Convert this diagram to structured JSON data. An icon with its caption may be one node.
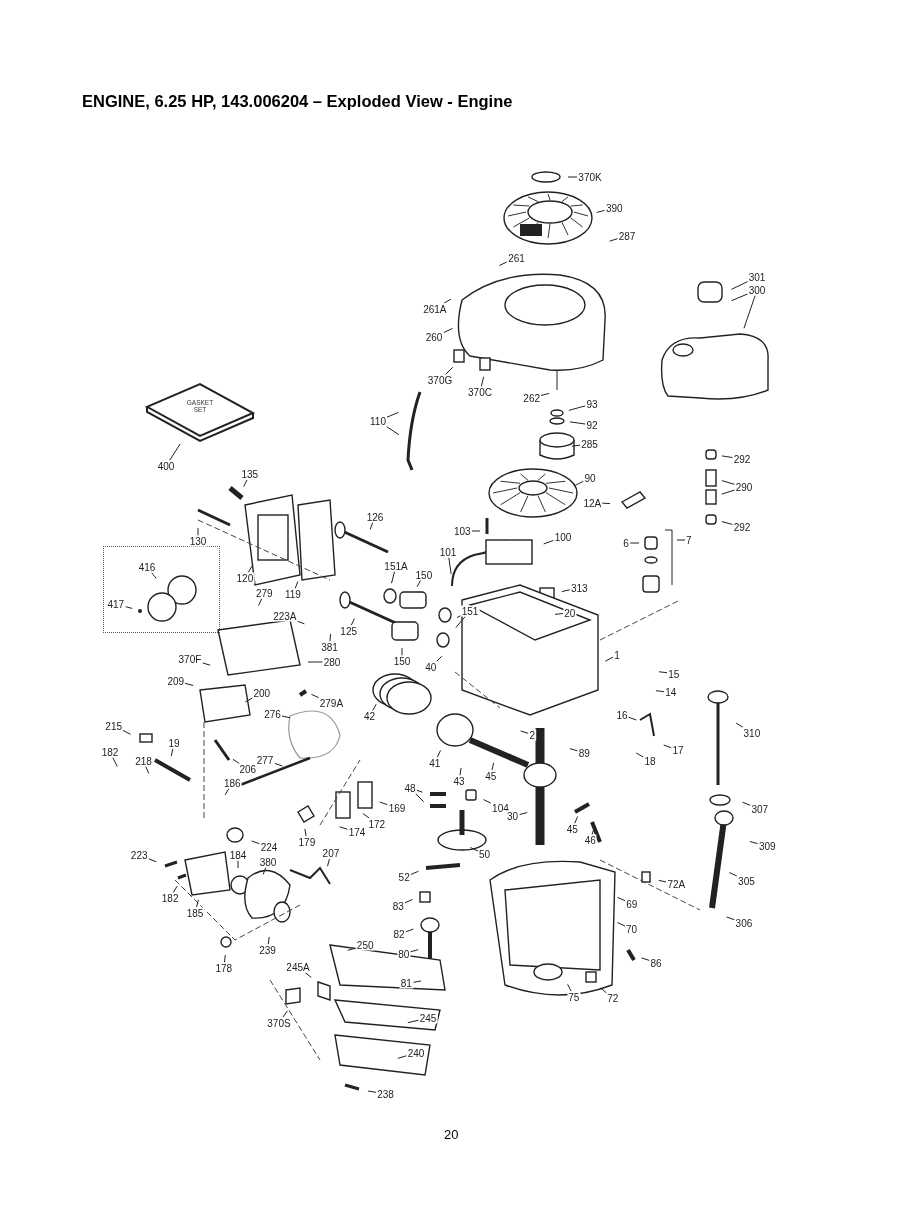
{
  "diagram": {
    "title": "ENGINE, 6.25 HP, 143.006204 – Exploded View - Engine",
    "nodes": [
      {
        "text": [
          "370K"
        ]
      },
      {
        "text": [
          "390"
        ]
      },
      {
        "text": [
          "287"
        ]
      },
      {
        "text": [
          "261"
        ]
      },
      {
        "text": [
          "261A"
        ]
      },
      {
        "text": [
          "260"
        ]
      },
      {
        "text": [
          "370G"
        ]
      },
      {
        "text": [
          "370C"
        ]
      },
      {
        "text": [
          "301"
        ]
      },
      {
        "text": [
          "300"
        ]
      },
      {
        "text": [
          "110"
        ]
      },
      {
        "text": [
          "GASKET SET"
        ]
      },
      {
        "text": [
          "400"
        ]
      },
      {
        "text": [
          "262"
        ]
      },
      {
        "text": [
          "93"
        ]
      },
      {
        "text": [
          "92"
        ]
      },
      {
        "text": [
          "285"
        ]
      },
      {
        "text": [
          "292"
        ]
      },
      {
        "text": [
          "290"
        ]
      },
      {
        "text": [
          "292"
        ]
      },
      {
        "text": [
          "90"
        ]
      },
      {
        "text": [
          "12A"
        ]
      },
      {
        "text": [
          "7"
        ]
      },
      {
        "text": [
          "6"
        ]
      },
      {
        "text": [
          "135"
        ]
      },
      {
        "text": [
          "130"
        ]
      },
      {
        "text": [
          "120"
        ]
      },
      {
        "text": [
          "119"
        ]
      },
      {
        "text": [
          "126"
        ]
      },
      {
        "text": [
          "151A"
        ]
      },
      {
        "text": [
          "101"
        ]
      },
      {
        "text": [
          "150"
        ]
      },
      {
        "text": [
          "103"
        ]
      },
      {
        "text": [
          "100"
        ]
      },
      {
        "text": [
          "313"
        ]
      },
      {
        "text": [
          "20"
        ]
      },
      {
        "text": [
          "151"
        ]
      },
      {
        "text": [],
        "shape": "box"
      },
      {
        "text": [
          "416"
        ],
        "in": 37
      },
      {
        "text": [
          "417"
        ],
        "in": 37
      },
      {
        "text": [
          "279"
        ]
      },
      {
        "text": [
          "223A"
        ]
      },
      {
        "text": [
          "381"
        ]
      },
      {
        "text": [
          "125"
        ]
      },
      {
        "text": [
          "150"
        ]
      },
      {
        "text": [
          "40"
        ]
      },
      {
        "text": [
          "1"
        ]
      },
      {
        "text": [
          "15"
        ]
      },
      {
        "text": [
          "14"
        ]
      },
      {
        "text": [
          "280"
        ]
      },
      {
        "text": [
          "370F"
        ]
      },
      {
        "text": [
          "209"
        ]
      },
      {
        "text": [
          "200"
        ]
      },
      {
        "text": [
          "279A"
        ]
      },
      {
        "text": [
          "276"
        ]
      },
      {
        "text": [
          "42"
        ]
      },
      {
        "text": [
          "215"
        ]
      },
      {
        "text": [
          "182"
        ]
      },
      {
        "text": [
          "218"
        ]
      },
      {
        "text": [
          "19"
        ]
      },
      {
        "text": [
          "206"
        ]
      },
      {
        "text": [
          "186"
        ]
      },
      {
        "text": [
          "277"
        ]
      },
      {
        "text": [
          "41"
        ]
      },
      {
        "text": [
          "43"
        ]
      },
      {
        "text": [
          "45"
        ]
      },
      {
        "text": [
          "2"
        ]
      },
      {
        "text": [
          "89"
        ]
      },
      {
        "text": [
          "16"
        ]
      },
      {
        "text": [
          "17"
        ]
      },
      {
        "text": [
          "18"
        ]
      },
      {
        "text": [
          "310"
        ]
      },
      {
        "text": [
          "48"
        ]
      },
      {
        "text": [
          "104"
        ]
      },
      {
        "text": [
          "30"
        ]
      },
      {
        "text": [
          "45"
        ]
      },
      {
        "text": [
          "46"
        ]
      },
      {
        "text": [
          "307"
        ]
      },
      {
        "text": [
          "309"
        ]
      },
      {
        "text": [
          "305"
        ]
      },
      {
        "text": [
          "306"
        ]
      },
      {
        "text": [
          "50"
        ]
      },
      {
        "text": [
          "179"
        ]
      },
      {
        "text": [
          "174"
        ]
      },
      {
        "text": [
          "172"
        ]
      },
      {
        "text": [
          "169"
        ]
      },
      {
        "text": [
          "224"
        ]
      },
      {
        "text": [
          "223"
        ]
      },
      {
        "text": [
          "207"
        ]
      },
      {
        "text": [
          "184"
        ]
      },
      {
        "text": [
          "380"
        ]
      },
      {
        "text": [
          "182"
        ]
      },
      {
        "text": [
          "185"
        ]
      },
      {
        "text": [
          "178"
        ]
      },
      {
        "text": [
          "239"
        ]
      },
      {
        "text": [
          "52"
        ]
      },
      {
        "text": [
          "83"
        ]
      },
      {
        "text": [
          "72A"
        ]
      },
      {
        "text": [
          "69"
        ]
      },
      {
        "text": [
          "70"
        ]
      },
      {
        "text": [
          "82"
        ]
      },
      {
        "text": [
          "80"
        ]
      },
      {
        "text": [
          "86"
        ]
      },
      {
        "text": [
          "81"
        ]
      },
      {
        "text": [
          "75"
        ]
      },
      {
        "text": [
          "72"
        ]
      },
      {
        "text": [
          "250"
        ]
      },
      {
        "text": [
          "245A"
        ]
      },
      {
        "text": [
          "370S"
        ]
      },
      {
        "text": [
          "245"
        ]
      },
      {
        "text": [
          "240"
        ]
      },
      {
        "text": [
          "238"
        ]
      }
    ],
    "edges": [
      {
        "from": 0,
        "to": null,
        "arrow": "none"
      },
      {
        "from": 1,
        "to": null,
        "arrow": "none"
      },
      {
        "from": 2,
        "to": null,
        "arrow": "none"
      },
      {
        "from": 3,
        "to": null,
        "arrow": "none"
      },
      {
        "from": 4,
        "to": null,
        "arrow": "none"
      },
      {
        "from": 5,
        "to": null,
        "arrow": "none"
      },
      {
        "from": 6,
        "to": null,
        "arrow": "none"
      },
      {
        "from": 7,
        "to": null,
        "arrow": "none"
      },
      {
        "from": 8,
        "to": null,
        "arrow": "none"
      },
      {
        "from": 9,
        "to": null,
        "arrow": "none"
      },
      {
        "from": 9,
        "to": null,
        "arrow": "none"
      },
      {
        "from": 10,
        "to": null,
        "arrow": "none"
      },
      {
        "from": 10,
        "to": null,
        "arrow": "none"
      },
      {
        "from": 12,
        "to": 11,
        "arrow": "none"
      },
      {
        "from": 13,
        "to": null,
        "arrow": "none"
      },
      {
        "from": 14,
        "to": null,
        "arrow": "none"
      },
      {
        "from": 15,
        "to": null,
        "arrow": "none"
      },
      {
        "from": 16,
        "to": null,
        "arrow": "none"
      },
      {
        "from": 17,
        "to": null,
        "arrow": "none"
      },
      {
        "from": 18,
        "to": null,
        "arrow": "none"
      },
      {
        "from": 18,
        "to": null,
        "arrow": "none"
      },
      {
        "from": 19,
        "to": null,
        "arrow": "none"
      },
      {
        "from": 20,
        "to": null,
        "arrow": "none"
      },
      {
        "from": 21,
        "to": null,
        "arrow": "none"
      },
      {
        "from": 22,
        "to": null,
        "arrow": "none"
      },
      {
        "from": 23,
        "to": null,
        "arrow": "none"
      },
      {
        "from": 24,
        "to": null,
        "arrow": "none"
      },
      {
        "from": 25,
        "to": null,
        "arrow": "none"
      },
      {
        "from": 26,
        "to": null,
        "arrow": "none"
      },
      {
        "from": 27,
        "to": null,
        "arrow": "none"
      },
      {
        "from": 28,
        "to": null,
        "arrow": "none"
      },
      {
        "from": 29,
        "to": null,
        "arrow": "none"
      },
      {
        "from": 30,
        "to": null,
        "arrow": "none"
      },
      {
        "from": 31,
        "to": null,
        "arrow": "none"
      },
      {
        "from": 32,
        "to": null,
        "arrow": "none"
      },
      {
        "from": 33,
        "to": null,
        "arrow": "none"
      },
      {
        "from": 34,
        "to": null,
        "arrow": "none"
      },
      {
        "from": 35,
        "to": null,
        "arrow": "none"
      },
      {
        "from": 36,
        "to": null,
        "arrow": "none"
      },
      {
        "from": 36,
        "to": null,
        "arrow": "none"
      },
      {
        "from": 38,
        "to": null,
        "arrow": "none"
      },
      {
        "from": 39,
        "to": null,
        "arrow": "none"
      },
      {
        "from": 40,
        "to": null,
        "arrow": "none"
      },
      {
        "from": 41,
        "to": null,
        "arrow": "none"
      },
      {
        "from": 42,
        "to": null,
        "arrow": "none"
      },
      {
        "from": 43,
        "to": null,
        "arrow": "none"
      },
      {
        "from": 44,
        "to": null,
        "arrow": "none"
      },
      {
        "from": 45,
        "to": null,
        "arrow": "none"
      },
      {
        "from": 46,
        "to": null,
        "arrow": "none"
      },
      {
        "from": 47,
        "to": null,
        "arrow": "none"
      },
      {
        "from": 48,
        "to": null,
        "arrow": "none"
      },
      {
        "from": 49,
        "to": null,
        "arrow": "none"
      },
      {
        "from": 50,
        "to": null,
        "arrow": "none"
      },
      {
        "from": 51,
        "to": null,
        "arrow": "none"
      },
      {
        "from": 52,
        "to": null,
        "arrow": "none"
      },
      {
        "from": 53,
        "to": null,
        "arrow": "none"
      },
      {
        "from": 54,
        "to": null,
        "arrow": "none"
      },
      {
        "from": 55,
        "to": null,
        "arrow": "none"
      },
      {
        "from": 56,
        "to": null,
        "arrow": "none"
      },
      {
        "from": 57,
        "to": null,
        "arrow": "none"
      },
      {
        "from": 58,
        "to": null,
        "arrow": "none"
      },
      {
        "from": 59,
        "to": null,
        "arrow": "none"
      },
      {
        "from": 60,
        "to": null,
        "arrow": "none"
      },
      {
        "from": 61,
        "to": null,
        "arrow": "none"
      },
      {
        "from": 62,
        "to": null,
        "arrow": "none"
      },
      {
        "from": 63,
        "to": null,
        "arrow": "none"
      },
      {
        "from": 64,
        "to": null,
        "arrow": "none"
      },
      {
        "from": 65,
        "to": null,
        "arrow": "none"
      },
      {
        "from": 66,
        "to": null,
        "arrow": "none"
      },
      {
        "from": 67,
        "to": null,
        "arrow": "none"
      },
      {
        "from": 68,
        "to": null,
        "arrow": "none"
      },
      {
        "from": 69,
        "to": null,
        "arrow": "none"
      },
      {
        "from": 70,
        "to": null,
        "arrow": "none"
      },
      {
        "from": 71,
        "to": null,
        "arrow": "none"
      },
      {
        "from": 72,
        "to": null,
        "arrow": "none"
      },
      {
        "from": 72,
        "to": null,
        "arrow": "none"
      },
      {
        "from": 73,
        "to": null,
        "arrow": "none"
      },
      {
        "from": 74,
        "to": null,
        "arrow": "none"
      },
      {
        "from": 75,
        "to": null,
        "arrow": "none"
      },
      {
        "from": 76,
        "to": null,
        "arrow": "none"
      },
      {
        "from": 77,
        "to": null,
        "arrow": "none"
      },
      {
        "from": 78,
        "to": null,
        "arrow": "none"
      },
      {
        "from": 79,
        "to": null,
        "arrow": "none"
      },
      {
        "from": 80,
        "to": null,
        "arrow": "none"
      },
      {
        "from": 81,
        "to": null,
        "arrow": "none"
      },
      {
        "from": 82,
        "to": null,
        "arrow": "none"
      },
      {
        "from": 83,
        "to": null,
        "arrow": "none"
      },
      {
        "from": 84,
        "to": null,
        "arrow": "none"
      },
      {
        "from": 85,
        "to": null,
        "arrow": "none"
      },
      {
        "from": 86,
        "to": null,
        "arrow": "none"
      },
      {
        "from": 87,
        "to": null,
        "arrow": "none"
      },
      {
        "from": 88,
        "to": null,
        "arrow": "none"
      },
      {
        "from": 89,
        "to": null,
        "arrow": "none"
      },
      {
        "from": 90,
        "to": null,
        "arrow": "none"
      },
      {
        "from": 91,
        "to": null,
        "arrow": "none"
      },
      {
        "from": 92,
        "to": null,
        "arrow": "none"
      },
      {
        "from": 93,
        "to": null,
        "arrow": "none"
      },
      {
        "from": 94,
        "to": null,
        "arrow": "none"
      },
      {
        "from": 95,
        "to": null,
        "arrow": "none"
      },
      {
        "from": 96,
        "to": null,
        "arrow": "none"
      },
      {
        "from": 97,
        "to": null,
        "arrow": "none"
      },
      {
        "from": 98,
        "to": null,
        "arrow": "none"
      },
      {
        "from": 99,
        "to": null,
        "arrow": "none"
      },
      {
        "from": 100,
        "to": null,
        "arrow": "none"
      },
      {
        "from": 101,
        "to": null,
        "arrow": "none"
      },
      {
        "from": 102,
        "to": null,
        "arrow": "none"
      },
      {
        "from": 103,
        "to": null,
        "arrow": "none"
      },
      {
        "from": 104,
        "to": null,
        "arrow": "none"
      },
      {
        "from": 105,
        "to": null,
        "arrow": "none"
      },
      {
        "from": 106,
        "to": null,
        "arrow": "none"
      },
      {
        "from": 107,
        "to": null,
        "arrow": "none"
      },
      {
        "from": 108,
        "to": null,
        "arrow": "none"
      },
      {
        "from": 109,
        "to": null,
        "arrow": "none"
      },
      {
        "from": 110,
        "to": null,
        "arrow": "none"
      },
      {
        "from": 111,
        "to": null,
        "arrow": "none"
      }
    ],
    "labels": [
      "20"
    ]
  }
}
